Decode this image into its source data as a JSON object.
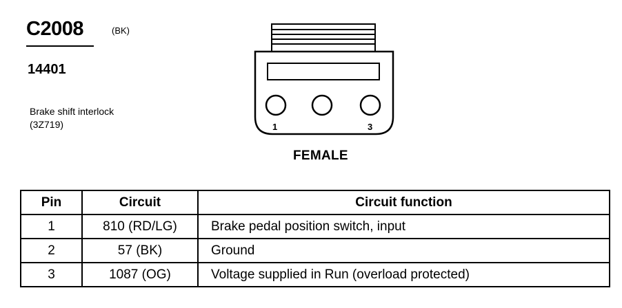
{
  "connector": {
    "id": "C2008",
    "color": "(BK)",
    "part_number": "14401",
    "component": {
      "name": "Brake shift interlock",
      "code": "(3Z719)"
    },
    "view_label": "FEMALE",
    "pin_labels": {
      "first": "1",
      "last": "3"
    }
  },
  "table": {
    "headers": {
      "pin": "Pin",
      "circuit": "Circuit",
      "function": "Circuit function"
    },
    "rows": [
      {
        "pin": "1",
        "circuit": "810 (RD/LG)",
        "function": "Brake pedal position switch, input"
      },
      {
        "pin": "2",
        "circuit": "57 (BK)",
        "function": "Ground"
      },
      {
        "pin": "3",
        "circuit": "1087 (OG)",
        "function": "Voltage supplied in Run (overload protected)"
      }
    ]
  }
}
